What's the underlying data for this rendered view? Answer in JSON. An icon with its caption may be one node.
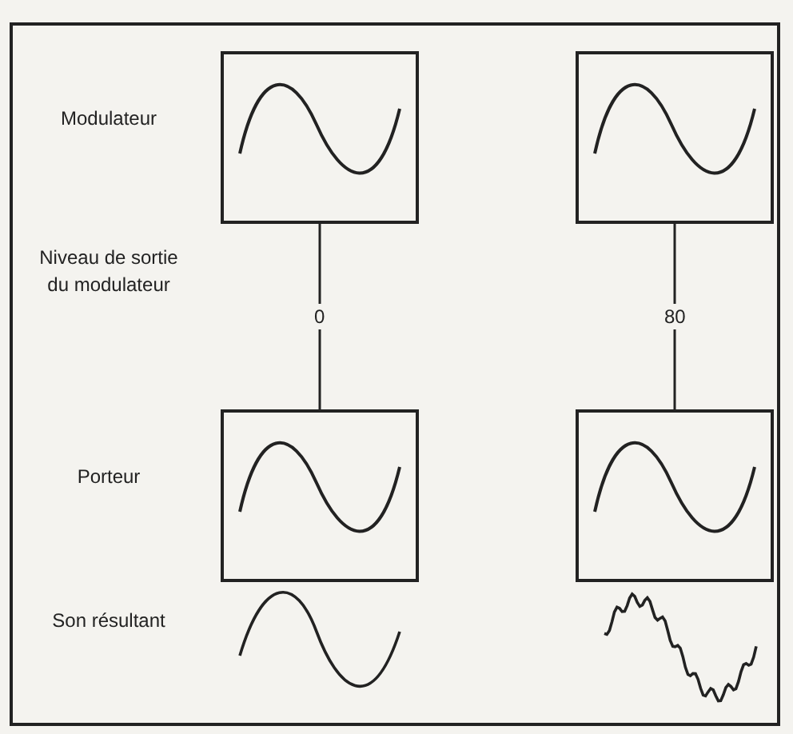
{
  "diagram": {
    "nodes": [
      {
        "text": [],
        "shape": "picture"
      },
      {
        "text": [],
        "shape": "picture"
      },
      {
        "text": [],
        "shape": "picture"
      },
      {
        "text": [],
        "shape": "picture"
      }
    ],
    "edges": [
      {
        "from": 0,
        "to": 2,
        "arrow": "none",
        "label": "0"
      },
      {
        "from": 1,
        "to": 3,
        "arrow": "none",
        "label": "80"
      }
    ],
    "labels": [
      "Modulateur",
      "Niveau de sortie du modulateur",
      "Porteur",
      "Son résultant"
    ]
  }
}
